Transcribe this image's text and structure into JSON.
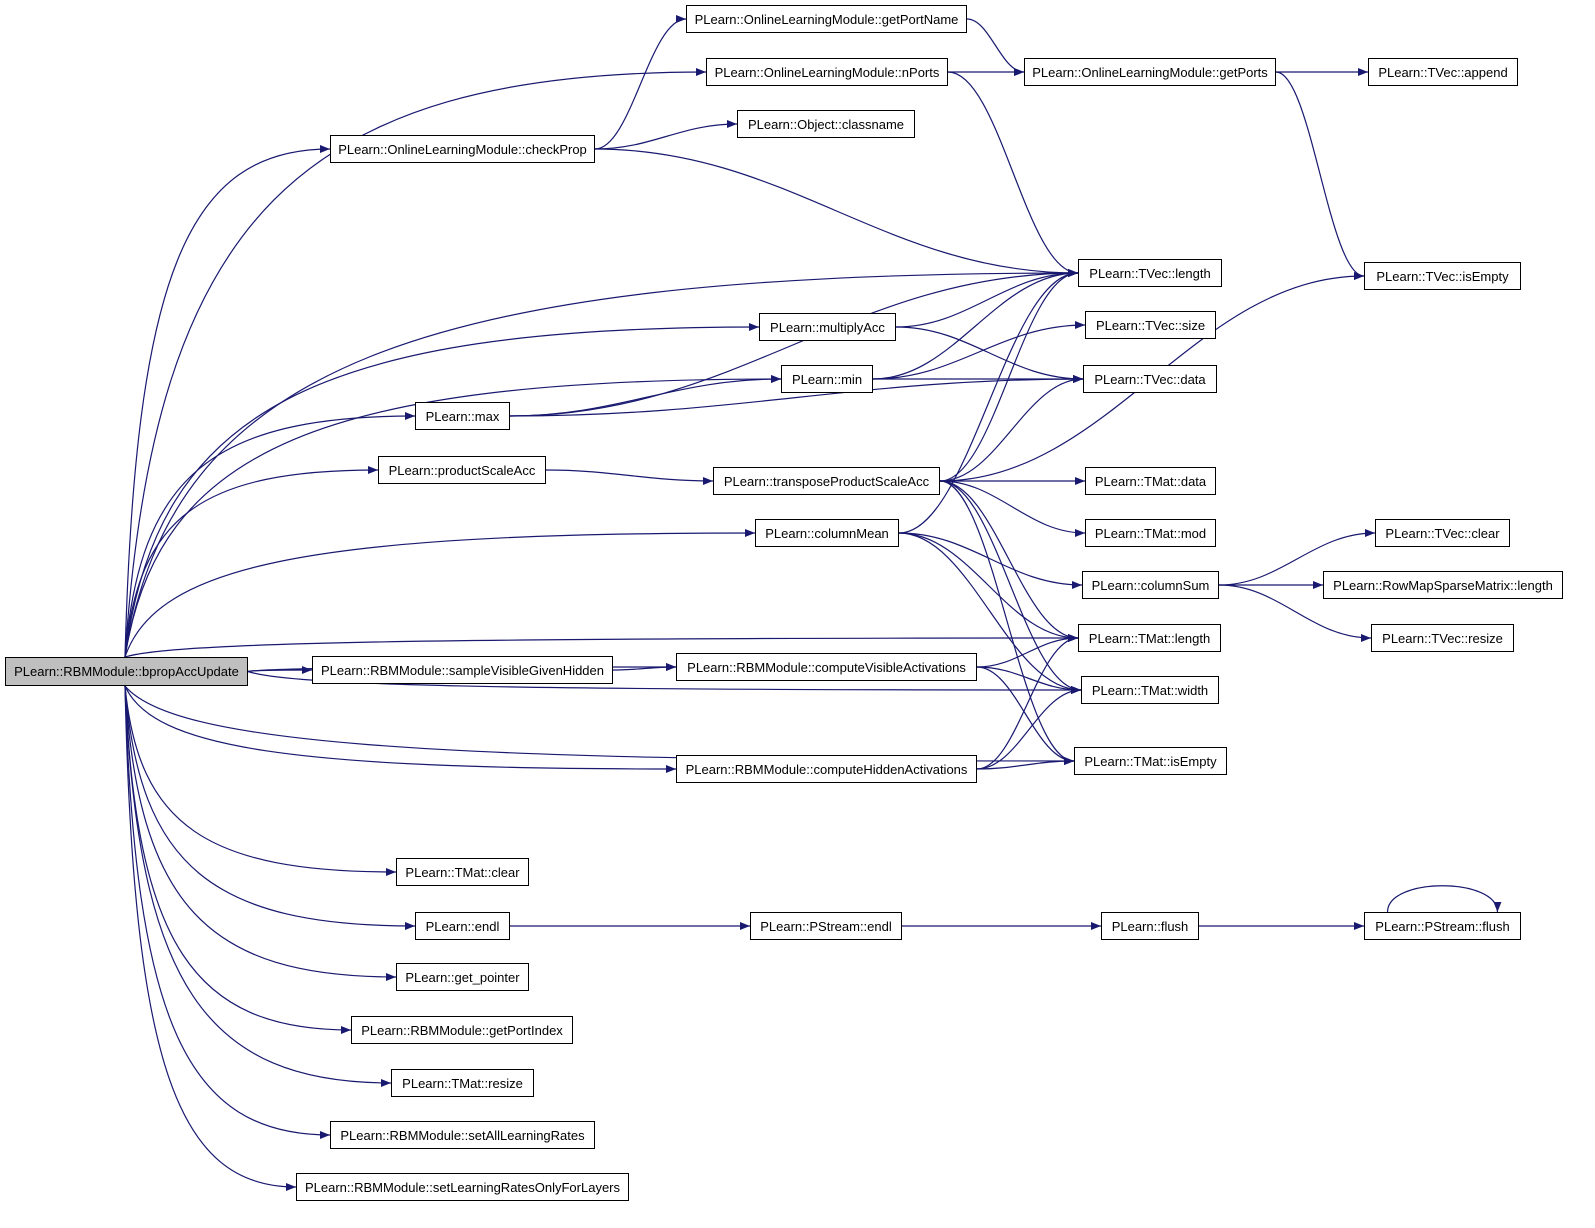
{
  "colors": {
    "edge": "#191970",
    "root_fill": "#bfbfbf",
    "node_fill": "#ffffff",
    "border": "#000000"
  },
  "nodes": [
    {
      "id": "root",
      "label": "PLearn::RBMModule::bpropAccUpdate",
      "root": true
    },
    {
      "id": "getPortName",
      "label": "PLearn::OnlineLearningModule::getPortName"
    },
    {
      "id": "nPorts",
      "label": "PLearn::OnlineLearningModule::nPorts"
    },
    {
      "id": "getPorts",
      "label": "PLearn::OnlineLearningModule::getPorts"
    },
    {
      "id": "tvecAppend",
      "label": "PLearn::TVec::append"
    },
    {
      "id": "checkProp",
      "label": "PLearn::OnlineLearningModule::checkProp"
    },
    {
      "id": "classname",
      "label": "PLearn::Object::classname"
    },
    {
      "id": "tvecLength",
      "label": "PLearn::TVec::length"
    },
    {
      "id": "tvecIsEmpty",
      "label": "PLearn::TVec::isEmpty"
    },
    {
      "id": "multiplyAcc",
      "label": "PLearn::multiplyAcc"
    },
    {
      "id": "tvecSize",
      "label": "PLearn::TVec::size"
    },
    {
      "id": "min",
      "label": "PLearn::min"
    },
    {
      "id": "tvecData",
      "label": "PLearn::TVec::data"
    },
    {
      "id": "max",
      "label": "PLearn::max"
    },
    {
      "id": "productScaleAcc",
      "label": "PLearn::productScaleAcc"
    },
    {
      "id": "transposeProductScaleAcc",
      "label": "PLearn::transposeProductScaleAcc"
    },
    {
      "id": "tmatData",
      "label": "PLearn::TMat::data"
    },
    {
      "id": "columnMean",
      "label": "PLearn::columnMean"
    },
    {
      "id": "tmatMod",
      "label": "PLearn::TMat::mod"
    },
    {
      "id": "tvecClear",
      "label": "PLearn::TVec::clear"
    },
    {
      "id": "columnSum",
      "label": "PLearn::columnSum"
    },
    {
      "id": "rowMapLength",
      "label": "PLearn::RowMapSparseMatrix::length"
    },
    {
      "id": "tmatLength",
      "label": "PLearn::TMat::length"
    },
    {
      "id": "tvecResize",
      "label": "PLearn::TVec::resize"
    },
    {
      "id": "sampleVisible",
      "label": "PLearn::RBMModule::sampleVisibleGivenHidden"
    },
    {
      "id": "computeVisible",
      "label": "PLearn::RBMModule::computeVisibleActivations"
    },
    {
      "id": "tmatWidth",
      "label": "PLearn::TMat::width"
    },
    {
      "id": "computeHidden",
      "label": "PLearn::RBMModule::computeHiddenActivations"
    },
    {
      "id": "tmatIsEmpty",
      "label": "PLearn::TMat::isEmpty"
    },
    {
      "id": "tmatClear",
      "label": "PLearn::TMat::clear"
    },
    {
      "id": "endl",
      "label": "PLearn::endl"
    },
    {
      "id": "pstreamEndl",
      "label": "PLearn::PStream::endl"
    },
    {
      "id": "flush",
      "label": "PLearn::flush"
    },
    {
      "id": "pstreamFlush",
      "label": "PLearn::PStream::flush"
    },
    {
      "id": "getPointer",
      "label": "PLearn::get_pointer"
    },
    {
      "id": "getPortIndex",
      "label": "PLearn::RBMModule::getPortIndex"
    },
    {
      "id": "tmatResize",
      "label": "PLearn::TMat::resize"
    },
    {
      "id": "setAllLR",
      "label": "PLearn::RBMModule::setAllLearningRates"
    },
    {
      "id": "setLROnly",
      "label": "PLearn::RBMModule::setLearningRatesOnlyForLayers"
    }
  ],
  "edges": [
    [
      "root",
      "nPorts"
    ],
    [
      "root",
      "checkProp"
    ],
    [
      "root",
      "tvecLength"
    ],
    [
      "root",
      "multiplyAcc"
    ],
    [
      "root",
      "min"
    ],
    [
      "root",
      "max"
    ],
    [
      "root",
      "productScaleAcc"
    ],
    [
      "root",
      "columnMean"
    ],
    [
      "root",
      "tmatLength"
    ],
    [
      "root",
      "computeVisible"
    ],
    [
      "root",
      "sampleVisible"
    ],
    [
      "root",
      "tmatWidth"
    ],
    [
      "root",
      "computeHidden"
    ],
    [
      "root",
      "tmatIsEmpty"
    ],
    [
      "root",
      "tmatClear"
    ],
    [
      "root",
      "endl"
    ],
    [
      "root",
      "getPointer"
    ],
    [
      "root",
      "getPortIndex"
    ],
    [
      "root",
      "tmatResize"
    ],
    [
      "root",
      "setAllLR"
    ],
    [
      "root",
      "setLROnly"
    ],
    [
      "checkProp",
      "getPortName"
    ],
    [
      "checkProp",
      "classname"
    ],
    [
      "checkProp",
      "tvecLength"
    ],
    [
      "getPortName",
      "getPorts"
    ],
    [
      "nPorts",
      "getPorts"
    ],
    [
      "nPorts",
      "tvecLength"
    ],
    [
      "getPorts",
      "tvecAppend"
    ],
    [
      "getPorts",
      "tvecIsEmpty"
    ],
    [
      "multiplyAcc",
      "tvecLength"
    ],
    [
      "multiplyAcc",
      "tvecData"
    ],
    [
      "min",
      "tvecSize"
    ],
    [
      "min",
      "tvecData"
    ],
    [
      "min",
      "tvecLength"
    ],
    [
      "max",
      "min"
    ],
    [
      "max",
      "tvecData"
    ],
    [
      "max",
      "tvecLength"
    ],
    [
      "productScaleAcc",
      "transposeProductScaleAcc"
    ],
    [
      "transposeProductScaleAcc",
      "tvecIsEmpty"
    ],
    [
      "transposeProductScaleAcc",
      "tvecLength"
    ],
    [
      "transposeProductScaleAcc",
      "tvecData"
    ],
    [
      "transposeProductScaleAcc",
      "tmatData"
    ],
    [
      "transposeProductScaleAcc",
      "tmatMod"
    ],
    [
      "transposeProductScaleAcc",
      "tmatLength"
    ],
    [
      "transposeProductScaleAcc",
      "tmatWidth"
    ],
    [
      "transposeProductScaleAcc",
      "tmatIsEmpty"
    ],
    [
      "columnMean",
      "tvecLength"
    ],
    [
      "columnMean",
      "columnSum"
    ],
    [
      "columnMean",
      "tmatLength"
    ],
    [
      "columnMean",
      "tmatWidth"
    ],
    [
      "columnSum",
      "tvecClear"
    ],
    [
      "columnSum",
      "rowMapLength"
    ],
    [
      "columnSum",
      "tvecResize"
    ],
    [
      "sampleVisible",
      "computeVisible"
    ],
    [
      "computeVisible",
      "tmatLength"
    ],
    [
      "computeVisible",
      "tmatWidth"
    ],
    [
      "computeVisible",
      "tmatIsEmpty"
    ],
    [
      "computeHidden",
      "tmatLength"
    ],
    [
      "computeHidden",
      "tmatWidth"
    ],
    [
      "computeHidden",
      "tmatIsEmpty"
    ],
    [
      "endl",
      "pstreamEndl"
    ],
    [
      "pstreamEndl",
      "flush"
    ],
    [
      "flush",
      "pstreamFlush"
    ],
    [
      "pstreamFlush",
      "pstreamFlush"
    ]
  ]
}
